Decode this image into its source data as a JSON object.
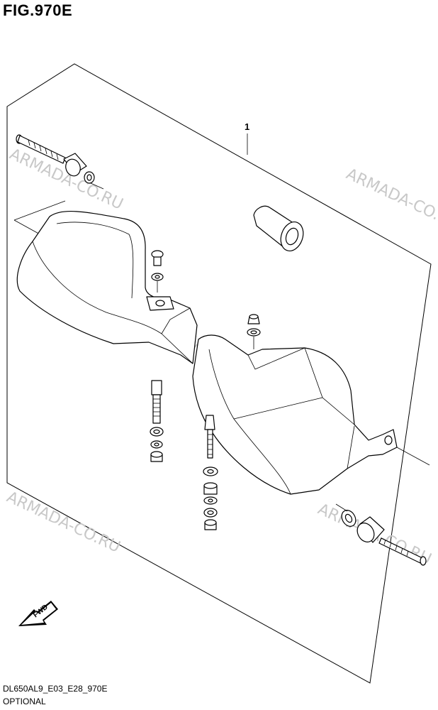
{
  "figure": {
    "title": "FIG.970E",
    "callout_number": "1",
    "fwd_label": "FWD"
  },
  "watermarks": [
    "ARMADA-CO.RU",
    "ARMADA-CO.RU",
    "ARMADA-CO.RU",
    "ARMADA-CO.RU",
    "ARMADA-CO.RU"
  ],
  "footer": {
    "code": "DL650AL9_E03_E28_970E",
    "label": "OPTIONAL"
  }
}
